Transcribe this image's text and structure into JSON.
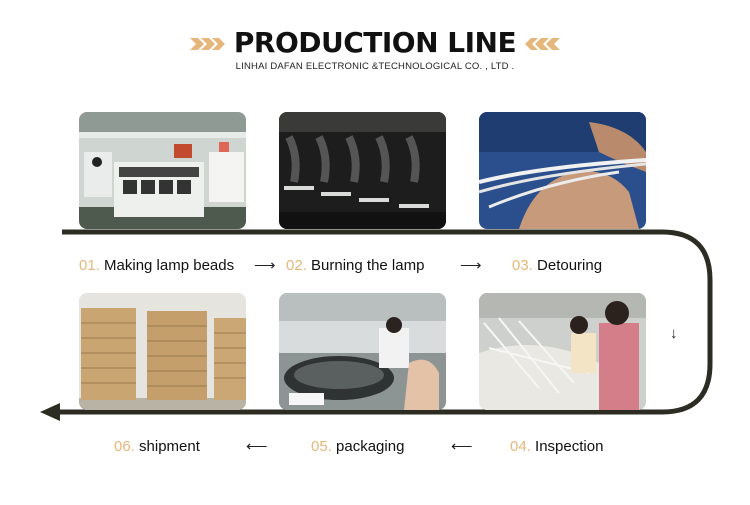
{
  "header": {
    "title": "PRODUCTION LINE",
    "subtitle": "LINHAI DAFAN ELECTRONIC &TECHNOLOGICAL CO. , LTD .",
    "accent_color": "#e6b77a"
  },
  "steps": [
    {
      "num": "01.",
      "label": "Making lamp beads"
    },
    {
      "num": "02.",
      "label": "Burning the lamp"
    },
    {
      "num": "03.",
      "label": "Detouring"
    },
    {
      "num": "04.",
      "label": "Inspection"
    },
    {
      "num": "05.",
      "label": "packaging"
    },
    {
      "num": "06.",
      "label": "shipment"
    }
  ],
  "arrows": {
    "right": "⟶",
    "left": "⟵",
    "down": "↓"
  },
  "icons": [
    "chevron-right-icon",
    "chevron-left-icon",
    "flow-arrow-icon"
  ]
}
